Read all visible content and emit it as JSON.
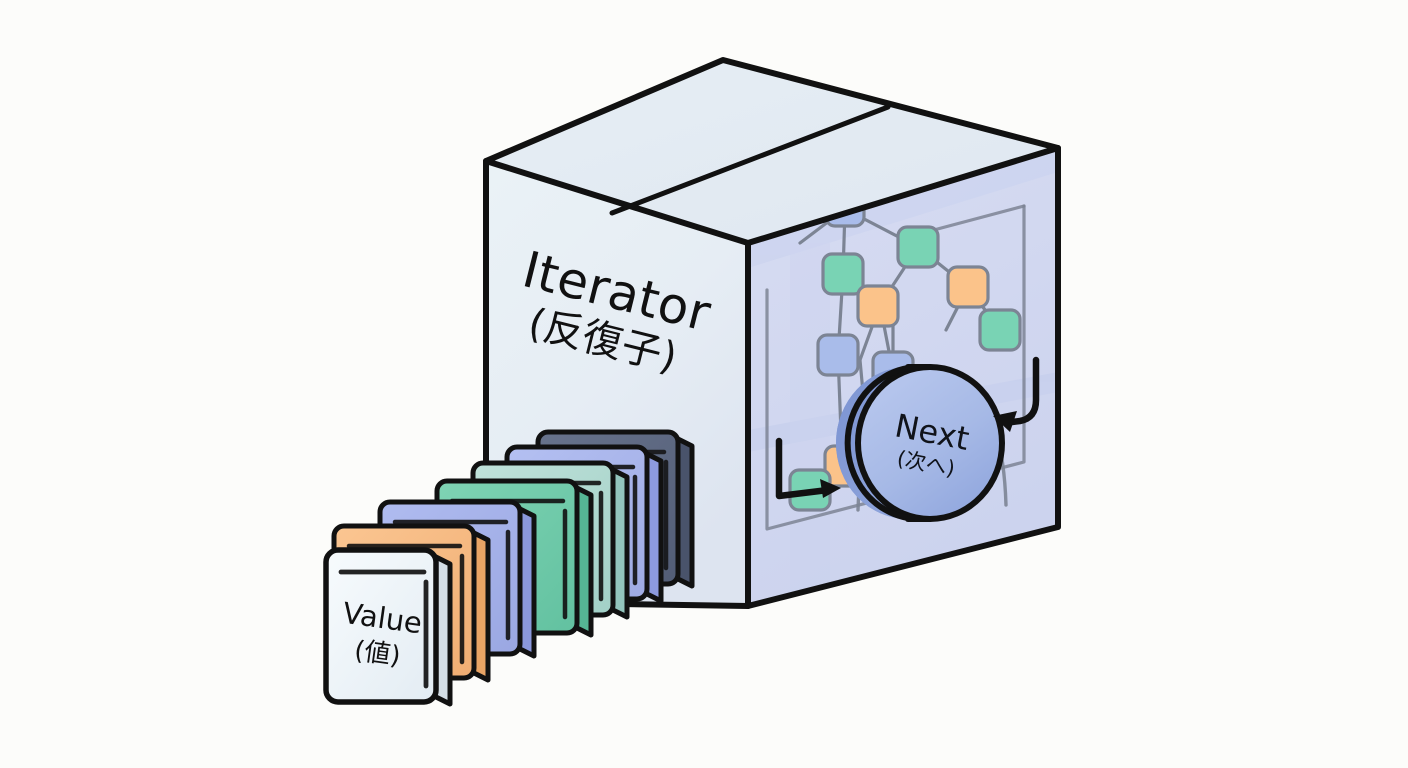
{
  "illustration": {
    "title_semantic": "iterator-design-pattern-diagram",
    "background_color": "#fcfcfa",
    "ink_color": "#111111"
  },
  "box": {
    "label_en": "Iterator",
    "label_ja": "(反復子)",
    "front_face_color": "#e9f0f4",
    "top_face_color": "#e4ecf2",
    "right_face_color": "#d5daf0",
    "outline_color": "#111111",
    "seam_name": "box-tape-seam"
  },
  "next_button": {
    "label_en": "Next",
    "label_ja": "(次へ)",
    "face_color": "#a8bbe8",
    "side_color": "#7f97d4",
    "outline_color": "#111111"
  },
  "graph": {
    "node_colors": {
      "teal": "#79d3b4",
      "orange": "#fbc38a",
      "blue": "#a9bcea"
    },
    "link_color": "#7c8494",
    "nodes": [
      {
        "id": "n1",
        "color": "teal"
      },
      {
        "id": "n2",
        "color": "blue"
      },
      {
        "id": "n3",
        "color": "orange"
      },
      {
        "id": "n4",
        "color": "teal"
      },
      {
        "id": "n5",
        "color": "blue"
      },
      {
        "id": "n6",
        "color": "orange"
      },
      {
        "id": "n7",
        "color": "blue"
      },
      {
        "id": "n8",
        "color": "teal"
      },
      {
        "id": "n9",
        "color": "teal"
      },
      {
        "id": "n10",
        "color": "teal"
      },
      {
        "id": "n11",
        "color": "orange"
      }
    ]
  },
  "arrows": {
    "inbound_name": "arrow-into-next-button",
    "outbound_name": "arrow-out-to-next-button",
    "color": "#111111"
  },
  "cards": {
    "label_en": "Value",
    "label_ja": "(値)",
    "items": [
      {
        "index": 0,
        "color": "#5e6a82",
        "edge": "#49536b",
        "label_visible": false
      },
      {
        "index": 1,
        "color": "#aab6ec",
        "edge": "#8d9ade",
        "label_visible": true
      },
      {
        "index": 2,
        "color": "#b2dad2",
        "edge": "#93c5bd",
        "label_visible": true
      },
      {
        "index": 3,
        "color": "#72cbab",
        "edge": "#55b694",
        "label_visible": true
      },
      {
        "index": 4,
        "color": "#a7b3ea",
        "edge": "#8b98dc",
        "label_visible": true
      },
      {
        "index": 5,
        "color": "#f6bc85",
        "edge": "#e9a465",
        "label_visible": true
      },
      {
        "index": 6,
        "color": "#eef4f8",
        "edge": "#d4dee6",
        "label_visible": true
      }
    ]
  }
}
